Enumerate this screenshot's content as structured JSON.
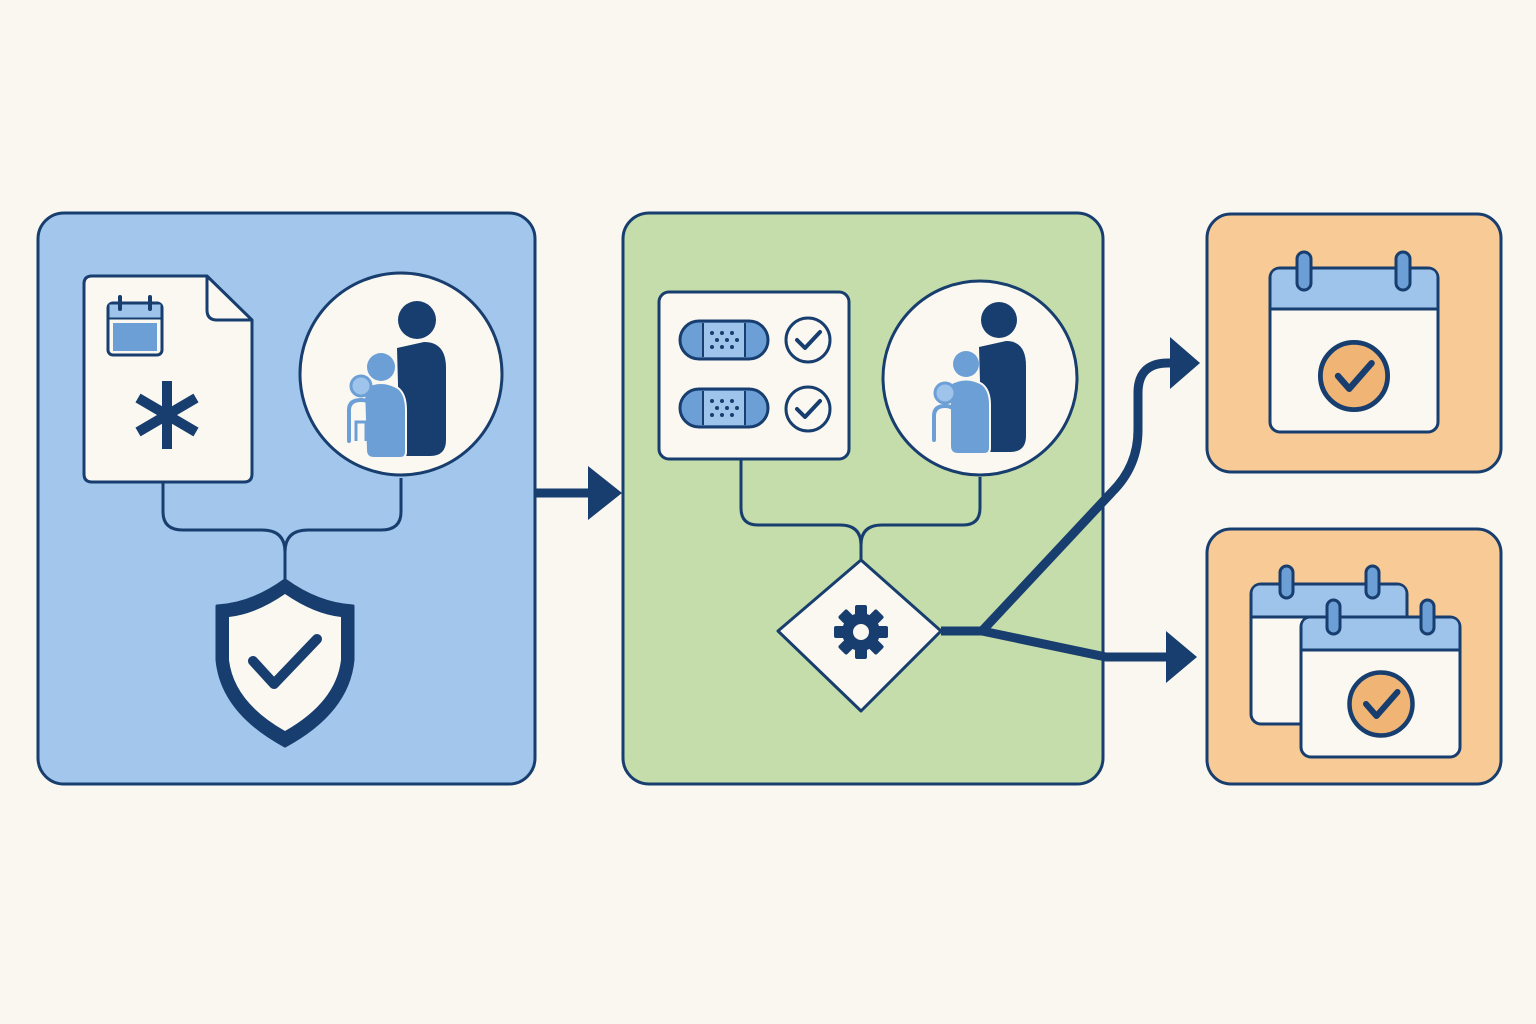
{
  "colors": {
    "background": "#FAF7F0",
    "outline": "#173E6E",
    "panel_blue": "#A3C7EC",
    "panel_green": "#C5DDAA",
    "panel_orange": "#F7CA96",
    "card_fill": "#FBF8F1",
    "icon_light_blue": "#6C9FD6",
    "calendar_header": "#9EC4EC",
    "check_badge": "#F0B574"
  },
  "diagram": {
    "panels": [
      {
        "id": "intake",
        "fill": "panel_blue",
        "icons": [
          "document-calendar-icon",
          "asterisk-icon",
          "family-icon",
          "shield-check-icon"
        ]
      },
      {
        "id": "processing",
        "fill": "panel_green",
        "icons": [
          "bandage-icon",
          "check-circle-icon",
          "family-icon",
          "gear-icon"
        ]
      },
      {
        "id": "single-schedule",
        "fill": "panel_orange",
        "icons": [
          "calendar-check-icon"
        ]
      },
      {
        "id": "multi-schedule",
        "fill": "panel_orange",
        "icons": [
          "calendar-stack-icon"
        ]
      }
    ],
    "connections": [
      {
        "from": "intake",
        "to": "processing"
      },
      {
        "from": "processing",
        "to": "single-schedule"
      },
      {
        "from": "processing",
        "to": "multi-schedule"
      }
    ]
  }
}
